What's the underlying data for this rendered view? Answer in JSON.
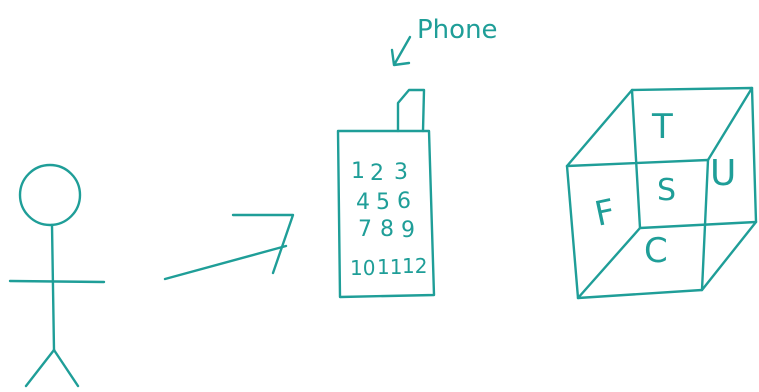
{
  "ink_color": "#1f9e98",
  "background_color": "#ffffff",
  "labels": {
    "phone": "Phone"
  },
  "phone_keypad": {
    "rows": [
      [
        "1",
        "2",
        "3"
      ],
      [
        "4",
        "5",
        "6"
      ],
      [
        "7",
        "8",
        "9"
      ],
      [
        "10",
        "11",
        "12"
      ]
    ]
  },
  "cube_faces": {
    "top": "T",
    "front_left": "F",
    "center": "S",
    "right": "U",
    "bottom": "C"
  }
}
